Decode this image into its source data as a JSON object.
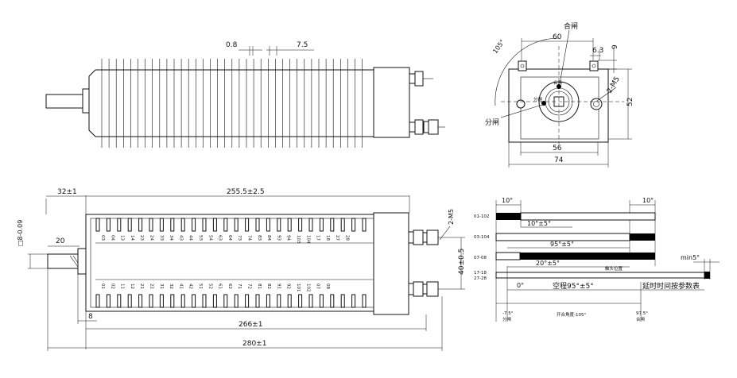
{
  "top_view": {
    "dim_pitch": "0.8",
    "dim_fin": "7.5"
  },
  "end_view": {
    "label_close": "合闸",
    "label_open": "分闸",
    "label_close_small": "合闸",
    "label_open_small": "分闸",
    "angle": "105°",
    "dim_60": "60",
    "dim_6_3": "6.3",
    "dim_9": "9",
    "dim_2m5": "2-M5",
    "dim_52": "52",
    "dim_56": "56",
    "dim_74": "74"
  },
  "front_view": {
    "dim_32": "32±1",
    "dim_255": "255.5±2.5",
    "dim_shaft": "□8-0.09",
    "dim_20": "20",
    "dim_8": "8",
    "dim_266": "266±1",
    "dim_280": "280±1",
    "dim_2m5": "2-M5",
    "dim_40": "40±0.5",
    "upper_contacts": [
      "03",
      "04",
      "13",
      "14",
      "23",
      "24",
      "33",
      "34",
      "43",
      "44",
      "53",
      "54",
      "63",
      "64",
      "73",
      "74",
      "83",
      "84",
      "93",
      "94",
      "103",
      "104",
      "17",
      "18",
      "27",
      "28"
    ],
    "lower_contacts": [
      "01",
      "02",
      "11",
      "12",
      "21",
      "22",
      "31",
      "32",
      "41",
      "42",
      "51",
      "52",
      "61",
      "62",
      "71",
      "72",
      "81",
      "82",
      "91",
      "92",
      "101",
      "102",
      "07",
      "08"
    ]
  },
  "timing": {
    "top_10_a": "10°",
    "top_10_b": "10°",
    "rows": [
      "01-102",
      "03-104",
      "07-08",
      "17-18\n27-28"
    ],
    "lbl_10_5": "10°±5°",
    "lbl_95_5": "95°±5°",
    "lbl_20_5": "20°±5°",
    "lbl_contact_pos": "触头位置",
    "lbl_min5": "min5°",
    "lbl_zero": "0°",
    "lbl_stroke": "空程95°±5°",
    "lbl_delay": "延时时间按参数表",
    "lbl_open_deg": "-7.5°",
    "lbl_open": "分闸",
    "lbl_total": "开合角度-105°",
    "lbl_close_deg": "97.5°",
    "lbl_close": "合闸"
  }
}
